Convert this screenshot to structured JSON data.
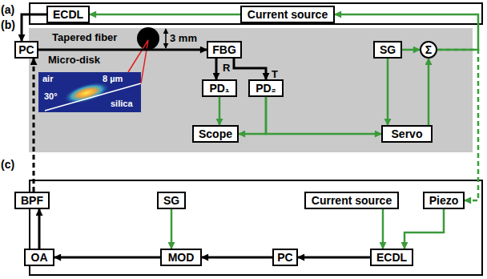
{
  "diagram": {
    "nodes": [
      {
        "text": [
          "(a)"
        ]
      },
      {
        "text": [
          "ECDL"
        ],
        "in": 0
      },
      {
        "text": [
          "Current source"
        ],
        "in": 0
      },
      {
        "text": [
          "(b)"
        ]
      },
      {
        "text": [
          "PC"
        ],
        "in": 3
      },
      {
        "text": [
          "FBG"
        ],
        "in": 3
      },
      {
        "text": [
          "SG"
        ],
        "in": 3
      },
      {
        "text": [
          "Σ"
        ],
        "in": 3
      },
      {
        "text": [
          "PD₁"
        ],
        "in": 3
      },
      {
        "text": [
          "PD₂"
        ],
        "in": 3
      },
      {
        "text": [
          "Scope"
        ],
        "in": 3
      },
      {
        "text": [
          "Servo"
        ],
        "in": 3
      },
      {
        "text": [
          "(c)"
        ]
      },
      {
        "text": [
          "BPF"
        ],
        "in": 12
      },
      {
        "text": [
          "SG"
        ],
        "in": 12
      },
      {
        "text": [
          "Current source"
        ],
        "in": 12
      },
      {
        "text": [
          "Piezo"
        ],
        "in": 12
      },
      {
        "text": [
          "OA"
        ],
        "in": 12
      },
      {
        "text": [
          "MOD"
        ],
        "in": 12
      },
      {
        "text": [
          "PC"
        ],
        "in": 12
      },
      {
        "text": [
          "ECDL"
        ],
        "in": 12
      }
    ],
    "edges": [
      {
        "from": 1,
        "to": 4,
        "arrow": "to"
      },
      {
        "from": 2,
        "to": 1,
        "arrow": "to"
      },
      {
        "from": 4,
        "to": 5,
        "arrow": "to",
        "label": "Tapered fiber"
      },
      {
        "from": 5,
        "to": 8,
        "arrow": "to",
        "label": "R"
      },
      {
        "from": 5,
        "to": 9,
        "arrow": "to",
        "label": "T"
      },
      {
        "from": 8,
        "to": 10,
        "arrow": "to"
      },
      {
        "from": 9,
        "to": 10,
        "arrow": "to"
      },
      {
        "from": 9,
        "to": 11,
        "arrow": "to"
      },
      {
        "from": 6,
        "to": 11,
        "arrow": "to"
      },
      {
        "from": 6,
        "to": 7,
        "arrow": "to"
      },
      {
        "from": 11,
        "to": 7,
        "arrow": "to"
      },
      {
        "from": 7,
        "to": 2,
        "arrow": "to"
      },
      {
        "from": 7,
        "to": 16,
        "arrow": "to"
      },
      {
        "from": 20,
        "to": 19,
        "arrow": "to"
      },
      {
        "from": 19,
        "to": 18,
        "arrow": "to"
      },
      {
        "from": 18,
        "to": 17,
        "arrow": "to"
      },
      {
        "from": 17,
        "to": 13,
        "arrow": "to"
      },
      {
        "from": 14,
        "to": 18,
        "arrow": "to"
      },
      {
        "from": 15,
        "to": 20,
        "arrow": "to"
      },
      {
        "from": 16,
        "to": 20,
        "arrow": "to"
      },
      {
        "from": 13,
        "to": 4,
        "arrow": "to"
      }
    ],
    "labels": [
      "Micro-disk",
      "3 mm",
      "air",
      "8 µm",
      "30°",
      "silica"
    ]
  }
}
